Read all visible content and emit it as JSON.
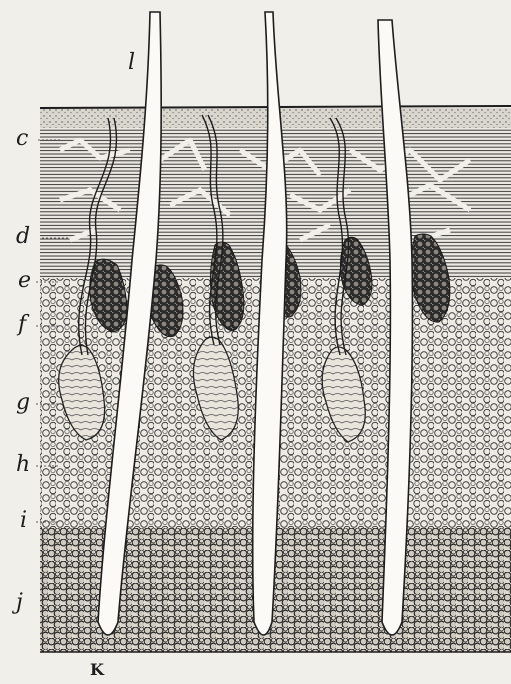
{
  "figure": {
    "labels": {
      "l": "l",
      "c": "c",
      "d": "d",
      "e": "e",
      "f": "f",
      "g": "g",
      "h": "h",
      "i": "i",
      "j": "j",
      "k": "K"
    },
    "colors": {
      "paper": "#f1efe9",
      "ink": "#1d1d1d",
      "hatch": "#3a3a3a",
      "hair_fill": "#fbfaf6"
    }
  }
}
